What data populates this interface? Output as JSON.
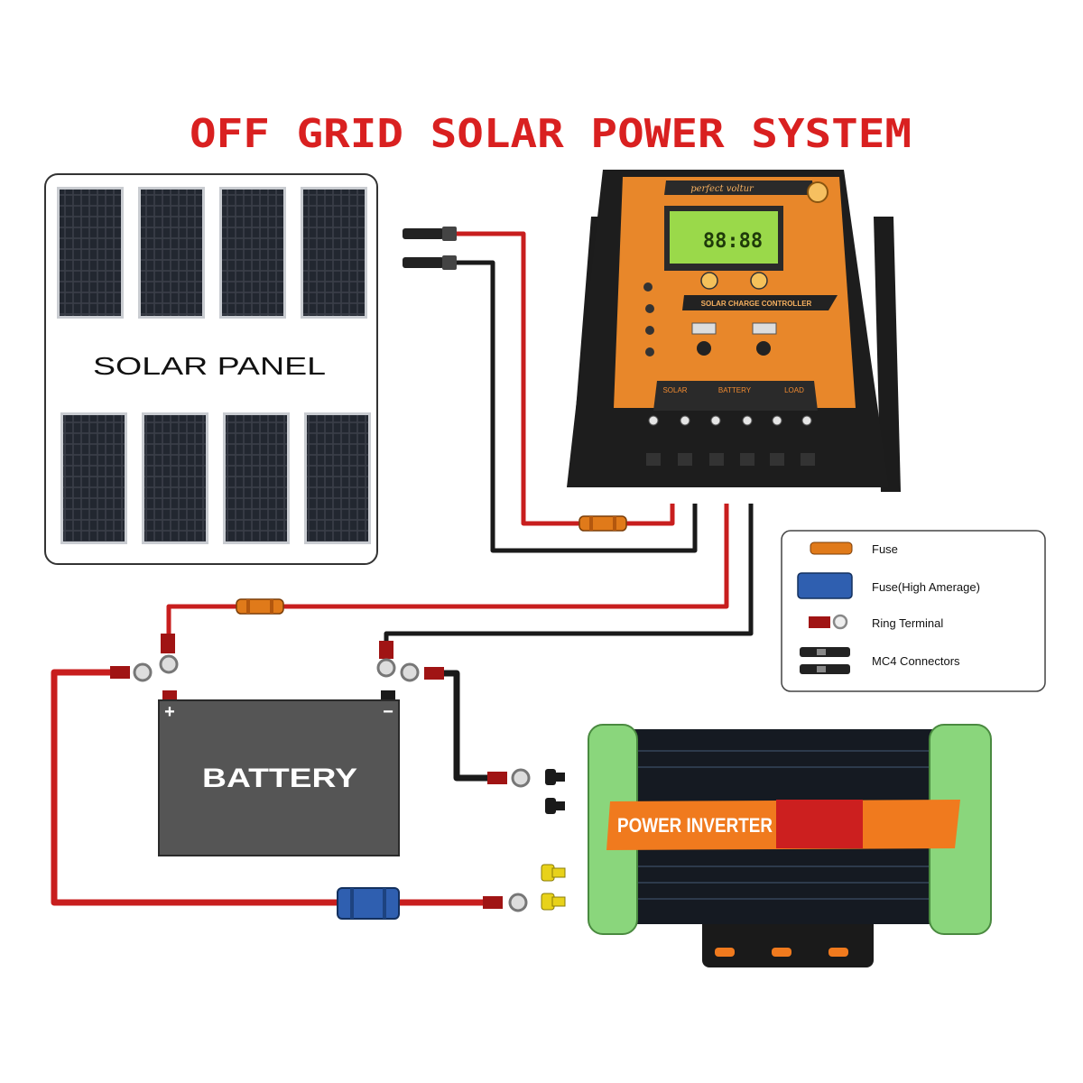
{
  "title": "OFF GRID SOLAR POWER SYSTEM",
  "solar_panel": {
    "label": "SOLAR PANEL"
  },
  "battery": {
    "label": "BATTERY",
    "positive": "+",
    "negative": "−"
  },
  "controller": {
    "brand": "perfect voltur",
    "lcd": "88:88",
    "model": "SOLAR CHARGE CONTROLLER",
    "terminals": [
      "SOLAR",
      "BATTERY",
      "LOAD"
    ]
  },
  "inverter": {
    "label": "POWER INVERTER"
  },
  "legend": {
    "items": [
      {
        "icon": "fuse-icon",
        "label": "Fuse"
      },
      {
        "icon": "high-amperage-fuse-icon",
        "label": "Fuse(High Amerage)"
      },
      {
        "icon": "ring-terminal-icon",
        "label": "Ring Terminal"
      },
      {
        "icon": "mc4-connector-icon",
        "label": "MC4 Connectors"
      }
    ]
  },
  "colors": {
    "title": "#d92020",
    "positive_wire": "#c81e1e",
    "negative_wire": "#1a1a1a",
    "fuse": "#e07a1a",
    "high_amperage_fuse": "#2f5fb0",
    "controller_body": "#e8872a",
    "inverter_label": "#f07a1e",
    "inverter_caps": "#8ad67c"
  }
}
